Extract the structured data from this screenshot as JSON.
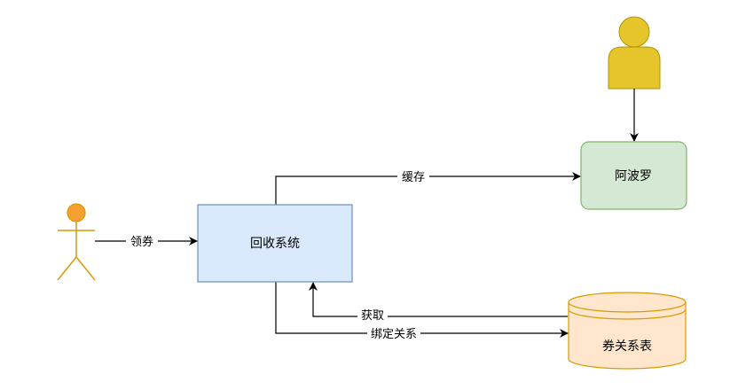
{
  "nodes": {
    "recycle_system": {
      "label": "回收系统",
      "fill": "#dae8fc",
      "stroke": "#6c8ebf"
    },
    "apollo": {
      "label": "阿波罗",
      "fill": "#d5e8d4",
      "stroke": "#82b366"
    },
    "coupon_table": {
      "label": "券关系表",
      "fill": "#ffe6cc",
      "stroke": "#d79b00"
    }
  },
  "actors": {
    "user": {
      "fill": "#f5a033",
      "stroke": "#d79b00"
    },
    "operator": {
      "fill": "#e5c52a",
      "stroke": "#b09500"
    }
  },
  "edges": {
    "claim": {
      "label": "领券"
    },
    "cache": {
      "label": "缓存"
    },
    "fetch": {
      "label": "获取"
    },
    "bind": {
      "label": "绑定关系"
    }
  }
}
